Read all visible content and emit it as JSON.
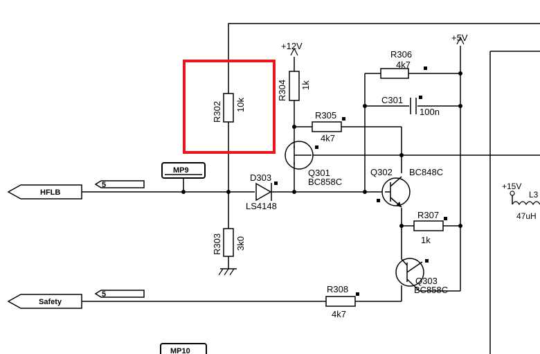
{
  "rails": {
    "plus12": "+12V",
    "plus5": "+5V",
    "plus15": "+15V"
  },
  "components": {
    "r302": {
      "ref": "R302",
      "value": "10k"
    },
    "r303": {
      "ref": "R303",
      "value": "3k0"
    },
    "r304": {
      "ref": "R304",
      "value": "1k"
    },
    "r305": {
      "ref": "R305",
      "value": "4k7"
    },
    "r306": {
      "ref": "R306",
      "value": "4k7"
    },
    "r307": {
      "ref": "R307",
      "value": "1k"
    },
    "r308": {
      "ref": "R308",
      "value": "4k7"
    },
    "c301": {
      "ref": "C301",
      "value": "100n"
    },
    "d303": {
      "ref": "D303",
      "value": "LS4148"
    },
    "q301": {
      "ref": "Q301",
      "value": "BC858C"
    },
    "q302": {
      "ref": "Q302",
      "value": "BC848C"
    },
    "q303": {
      "ref": "Q303",
      "value": "BC858C"
    },
    "l3": {
      "ref": "L3",
      "value": "47uH"
    }
  },
  "testpoints": {
    "mp9": "MP9",
    "mp10": "MP10"
  },
  "connectors": {
    "hflb": {
      "label": "HFLB",
      "pin": "5"
    },
    "safety": {
      "label": "Safety",
      "pin": "5"
    }
  },
  "highlight": {
    "color": "#e8161b",
    "target": "R302"
  }
}
